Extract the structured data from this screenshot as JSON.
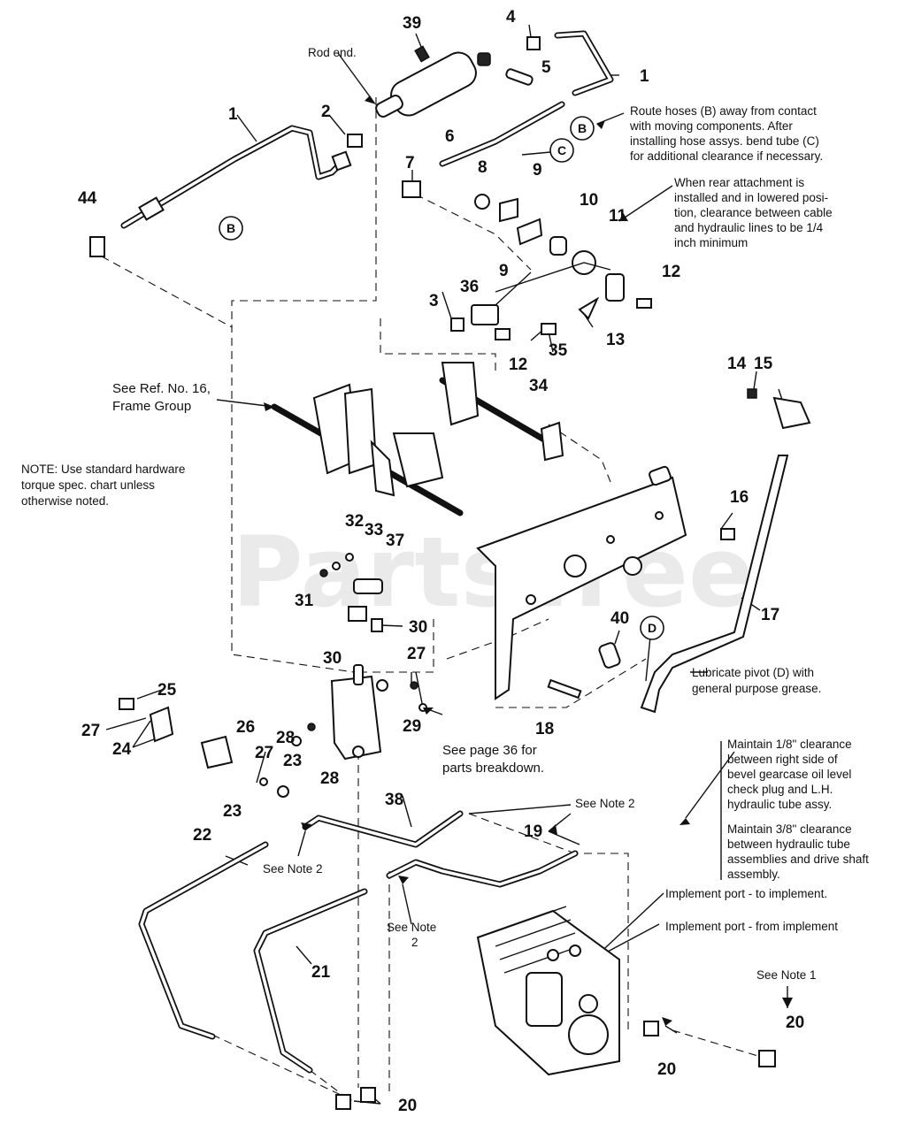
{
  "diagram": {
    "watermark": "PartsTree",
    "watermark_mark": "™",
    "part_numbers": {
      "p39": "39",
      "p4": "4",
      "p1a": "1",
      "p5": "5",
      "p6": "6",
      "p1b": "1",
      "p2": "2",
      "p44": "44",
      "p7": "7",
      "p8": "8",
      "p9a": "9",
      "p9b": "9",
      "p10": "10",
      "p11": "11",
      "p12a": "12",
      "p12b": "12",
      "p3": "3",
      "p36": "36",
      "p13": "13",
      "p35": "35",
      "p14": "14",
      "p15": "15",
      "p34": "34",
      "p16": "16",
      "p17": "17",
      "p32": "32",
      "p33": "33",
      "p37": "37",
      "p31": "31",
      "p30a": "30",
      "p30b": "30",
      "p40": "40",
      "p27a": "27",
      "p27b": "27",
      "p27c": "27",
      "p25": "25",
      "p24": "24",
      "p26": "26",
      "p28a": "28",
      "p28b": "28",
      "p23a": "23",
      "p23b": "23",
      "p29": "29",
      "p18": "18",
      "p38": "38",
      "p19": "19",
      "p22": "22",
      "p21": "21",
      "p20a": "20",
      "p20b": "20",
      "p20c": "20"
    },
    "letters": {
      "B1": "B",
      "B2": "B",
      "C": "C",
      "D": "D"
    },
    "labels": {
      "rod_end": "Rod end.",
      "route_hoses": [
        "Route hoses (B) away from contact",
        "with moving components. After",
        "installing hose assys. bend tube (C)",
        "for additional clearance if necessary."
      ],
      "rear_attachment": [
        "When rear attachment is",
        "installed and in lowered posi-",
        "tion, clearance between cable",
        "and hydraulic lines to be 1/4",
        "inch minimum"
      ],
      "see_ref": [
        "See Ref. No. 16,",
        "Frame Group"
      ],
      "note_torque": [
        "NOTE: Use standard hardware",
        "torque spec. chart unless",
        "otherwise noted."
      ],
      "lubricate": [
        "Lubricate pivot (D) with",
        "general purpose grease."
      ],
      "see_page": [
        "See page 36 for",
        "parts breakdown."
      ],
      "maintain_1": [
        "Maintain 1/8\" clearance",
        "between right side of",
        "bevel gearcase oil level",
        "check plug and L.H.",
        "hydraulic tube assy."
      ],
      "maintain_2": [
        "Maintain 3/8\" clearance",
        "between hydraulic tube",
        "assemblies and drive shaft",
        "assembly."
      ],
      "see_note_2a": "See Note 2",
      "see_note_2b": "See Note 2",
      "see_note_2c": [
        "See Note",
        "2"
      ],
      "implement_to": "Implement port - to implement.",
      "implement_from": "Implement port - from implement",
      "see_note_1": "See Note 1"
    }
  }
}
